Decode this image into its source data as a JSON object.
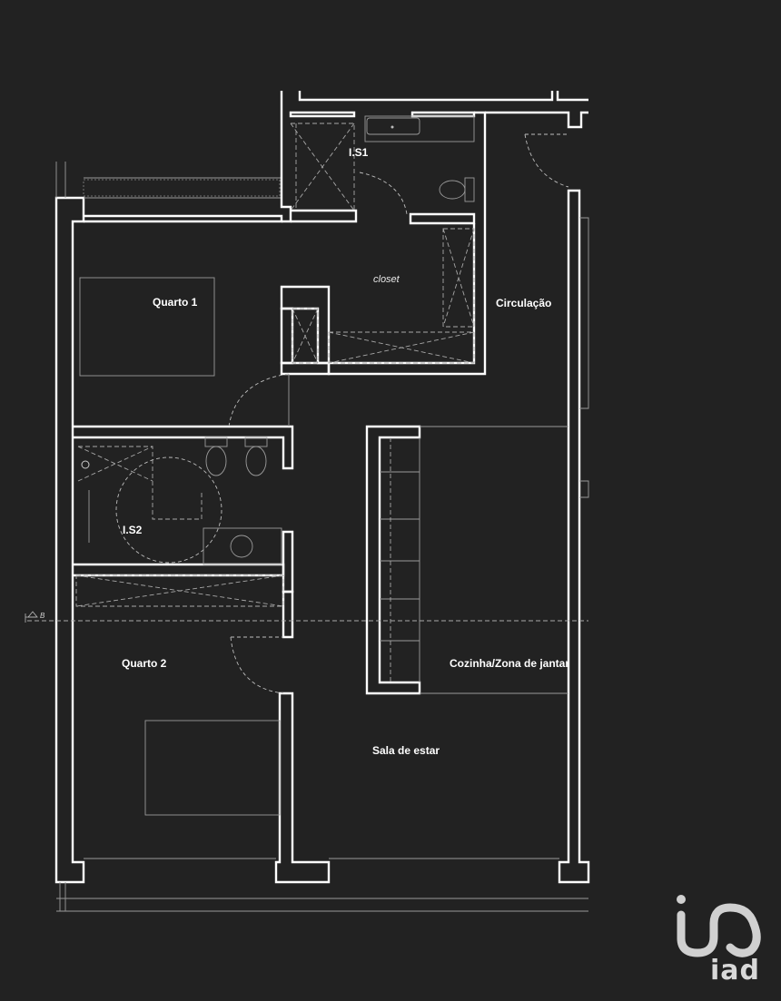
{
  "rooms": {
    "quarto1": "Quarto 1",
    "is1": "I.S1",
    "closet": "closet",
    "circulacao": "Circulação",
    "is2": "I.S2",
    "quarto2": "Quarto 2",
    "cozinha": "Cozinha/Zona de jantar",
    "sala": "Sala de estar"
  },
  "section_marker": "B",
  "brand": {
    "name": "iad"
  },
  "colors": {
    "background": "#222222",
    "walls": "#ffffff",
    "lines": "#9a9a9a"
  }
}
